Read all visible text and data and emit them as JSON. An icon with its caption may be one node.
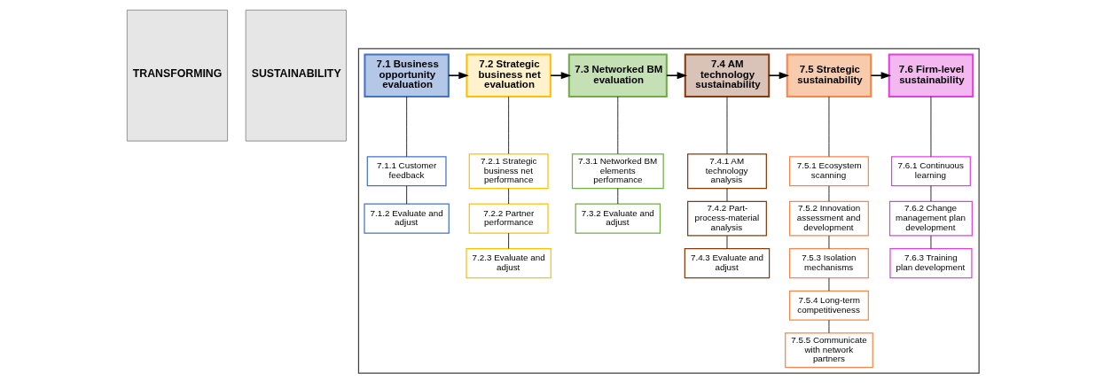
{
  "diagram": {
    "nodes": [
      {
        "text": [
          "TRANSFORMING"
        ]
      },
      {
        "text": [
          "SUSTAINABILITY"
        ]
      },
      {
        "text": [],
        "shape": "box"
      },
      {
        "text": [
          "7.1 Business opportunity evaluation"
        ],
        "in": 2
      },
      {
        "text": [
          "7.1.1 Customer feedback"
        ],
        "in": 2
      },
      {
        "text": [
          "7.1.2 Evaluate and adjust"
        ],
        "in": 2
      },
      {
        "text": [
          "7.2 Strategic business net evaluation"
        ],
        "in": 2
      },
      {
        "text": [
          "7.2.1 Strategic business net performance"
        ],
        "in": 2
      },
      {
        "text": [
          "7.2.2 Partner performance"
        ],
        "in": 2
      },
      {
        "text": [
          "7.2.3 Evaluate and adjust"
        ],
        "in": 2
      },
      {
        "text": [
          "7.3 Networked BM evaluation"
        ],
        "in": 2
      },
      {
        "text": [
          "7.3.1 Networked BM elements performance"
        ],
        "in": 2
      },
      {
        "text": [
          "7.3.2 Evaluate and adjust"
        ],
        "in": 2
      },
      {
        "text": [
          "7.4 AM technology sustainability"
        ],
        "in": 2
      },
      {
        "text": [
          "7.4.1 AM technology analysis"
        ],
        "in": 2
      },
      {
        "text": [
          "7.4.2 Part-process-material analysis"
        ],
        "in": 2
      },
      {
        "text": [
          "7.4.3 Evaluate and adjust"
        ],
        "in": 2
      },
      {
        "text": [
          "7.5 Strategic sustainability"
        ],
        "in": 2
      },
      {
        "text": [
          "7.5.1 Ecosystem scanning"
        ],
        "in": 2
      },
      {
        "text": [
          "7.5.2 Innovation assessment and development"
        ],
        "in": 2
      },
      {
        "text": [
          "7.5.3 Isolation mechanisms"
        ],
        "in": 2
      },
      {
        "text": [
          "7.5.4 Long-term competitiveness"
        ],
        "in": 2
      },
      {
        "text": [
          "7.5.5 Communicate with network partners"
        ],
        "in": 2
      },
      {
        "text": [
          "7.6 Firm-level sustainability"
        ],
        "in": 2
      },
      {
        "text": [
          "7.6.1 Continuous learning"
        ],
        "in": 2
      },
      {
        "text": [
          "7.6.2 Change management plan development"
        ],
        "in": 2
      },
      {
        "text": [
          "7.6.3 Training plan development"
        ],
        "in": 2
      }
    ],
    "edges": [
      {
        "from": 3,
        "to": 6,
        "arrow": "to"
      },
      {
        "from": 6,
        "to": 10,
        "arrow": "to"
      },
      {
        "from": 10,
        "to": 13,
        "arrow": "to"
      },
      {
        "from": 13,
        "to": 17,
        "arrow": "to"
      },
      {
        "from": 17,
        "to": 23,
        "arrow": "to"
      },
      {
        "from": 3,
        "to": 4,
        "arrow": "none"
      },
      {
        "from": 4,
        "to": 5,
        "arrow": "none"
      },
      {
        "from": 6,
        "to": 7,
        "arrow": "none"
      },
      {
        "from": 7,
        "to": 8,
        "arrow": "none"
      },
      {
        "from": 8,
        "to": 9,
        "arrow": "none"
      },
      {
        "from": 10,
        "to": 11,
        "arrow": "none"
      },
      {
        "from": 11,
        "to": 12,
        "arrow": "none"
      },
      {
        "from": 13,
        "to": 14,
        "arrow": "none"
      },
      {
        "from": 14,
        "to": 15,
        "arrow": "none"
      },
      {
        "from": 15,
        "to": 16,
        "arrow": "none"
      },
      {
        "from": 17,
        "to": 18,
        "arrow": "none"
      },
      {
        "from": 18,
        "to": 19,
        "arrow": "none"
      },
      {
        "from": 19,
        "to": 20,
        "arrow": "none"
      },
      {
        "from": 20,
        "to": 21,
        "arrow": "none"
      },
      {
        "from": 21,
        "to": 22,
        "arrow": "none"
      },
      {
        "from": 23,
        "to": 24,
        "arrow": "none"
      },
      {
        "from": 24,
        "to": 25,
        "arrow": "none"
      },
      {
        "from": 25,
        "to": 26,
        "arrow": "none"
      }
    ]
  }
}
